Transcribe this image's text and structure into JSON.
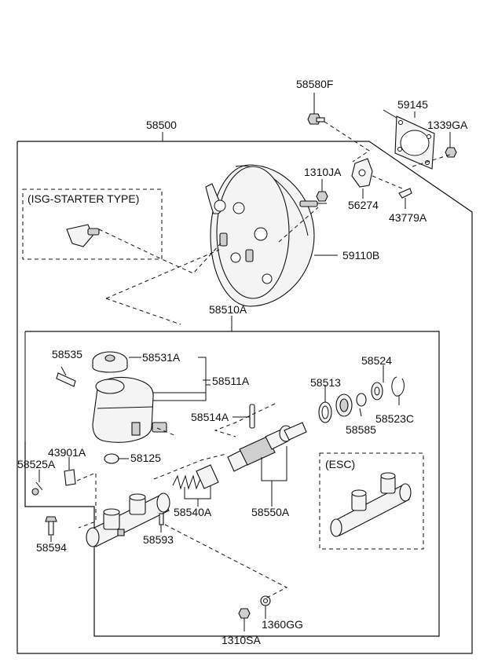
{
  "callouts": {
    "p58580F": "58580F",
    "p59145": "59145",
    "p58500": "58500",
    "p1339GA": "1339GA",
    "p1310JA": "1310JA",
    "p56274": "56274",
    "p43779A": "43779A",
    "p59110B": "59110B",
    "p58510A": "58510A",
    "p58535": "58535",
    "p58531A": "58531A",
    "p58511A": "58511A",
    "p58513": "58513",
    "p58524": "58524",
    "p58514A": "58514A",
    "p58585": "58585",
    "p58523C": "58523C",
    "p43901A": "43901A",
    "p58125": "58125",
    "p58525A": "58525A",
    "p58540A": "58540A",
    "p58550A": "58550A",
    "p58594": "58594",
    "p58593": "58593",
    "p1360GG": "1360GG",
    "p1310SA": "1310SA"
  },
  "groups": {
    "isg_starter": "(ISG-STARTER TYPE)",
    "esc": "(ESC)"
  }
}
